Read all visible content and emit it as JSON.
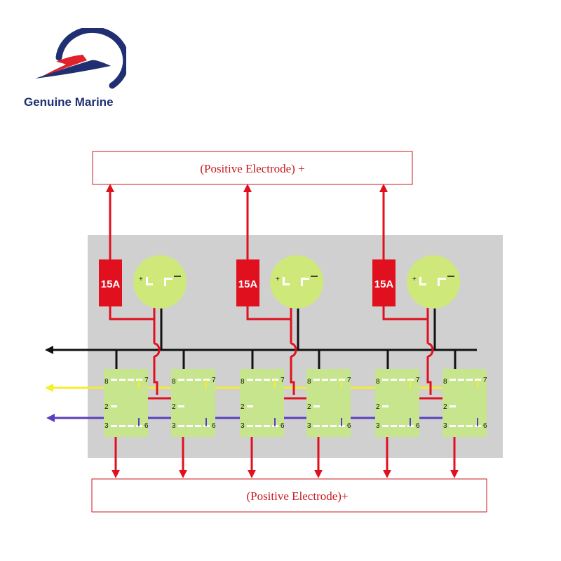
{
  "brand": {
    "name": "Genuine Marine",
    "logo_color": "#1f2f72",
    "accent_color": "#e0222a"
  },
  "top_box": {
    "label": "(Positive Electrode) +"
  },
  "bottom_box": {
    "label": "(Positive Electrode)+"
  },
  "fuses": [
    {
      "label": "15A"
    },
    {
      "label": "15A"
    },
    {
      "label": "15A"
    }
  ],
  "indicator": {
    "plus": "+",
    "minus": "-"
  },
  "switch_pins": {
    "p8": "8",
    "p7": "7",
    "p2": "2",
    "p3": "3",
    "p6": "6"
  },
  "colors": {
    "panel": "#d0d0d0",
    "fuse": "#e0101e",
    "indicator": "#cfe87a",
    "switch": "#c6e58c",
    "wire_red": "#e0101e",
    "wire_black": "#111111",
    "wire_yellow": "#f5ee2a",
    "wire_purple": "#5a3fbf"
  }
}
